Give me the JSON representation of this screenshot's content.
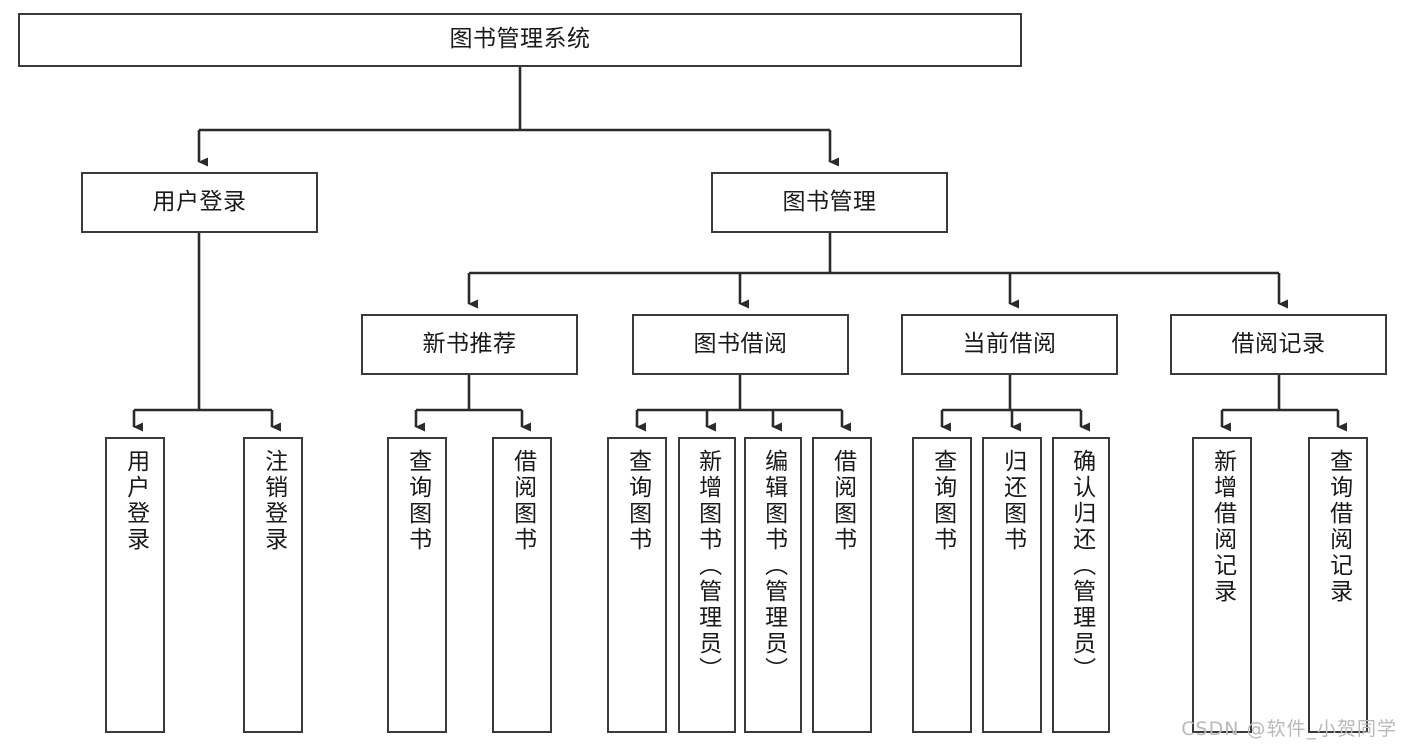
{
  "diagram": {
    "title": "图书管理系统",
    "type": "hierarchy-tree",
    "root": {
      "id": "root",
      "label": "图书管理系统"
    },
    "level2": [
      {
        "id": "user-login",
        "label": "用户登录"
      },
      {
        "id": "book-manage",
        "label": "图书管理"
      }
    ],
    "level3": [
      {
        "id": "new-book-rec",
        "label": "新书推荐"
      },
      {
        "id": "book-borrow",
        "label": "图书借阅"
      },
      {
        "id": "current-borrow",
        "label": "当前借阅"
      },
      {
        "id": "borrow-record",
        "label": "借阅记录"
      }
    ],
    "leaves": {
      "user_login": [
        {
          "id": "leaf-user-login",
          "label": "用户登录"
        },
        {
          "id": "leaf-logout",
          "label": "注销登录"
        }
      ],
      "new_book_rec": [
        {
          "id": "leaf-query-book-1",
          "label": "查询图书"
        },
        {
          "id": "leaf-borrow-book-1",
          "label": "借阅图书"
        }
      ],
      "book_borrow": [
        {
          "id": "leaf-query-book-2",
          "label": "查询图书"
        },
        {
          "id": "leaf-add-book",
          "label": "新增图书（管理员）"
        },
        {
          "id": "leaf-edit-book",
          "label": "编辑图书（管理员）"
        },
        {
          "id": "leaf-borrow-book-2",
          "label": "借阅图书"
        }
      ],
      "current_borrow": [
        {
          "id": "leaf-query-book-3",
          "label": "查询图书"
        },
        {
          "id": "leaf-return-book",
          "label": "归还图书"
        },
        {
          "id": "leaf-confirm-return",
          "label": "确认归还（管理员）"
        }
      ],
      "borrow_record": [
        {
          "id": "leaf-add-record",
          "label": "新增借阅记录"
        },
        {
          "id": "leaf-query-record",
          "label": "查询借阅记录"
        }
      ]
    }
  },
  "watermark": {
    "text": "CSDN @软件_小贺同学"
  },
  "colors": {
    "box_border": "#3a3a3a",
    "box_fill": "#ffffff",
    "edge": "#2b2b2b",
    "text": "#1a1a1a",
    "watermark": "#b9b9b9"
  }
}
